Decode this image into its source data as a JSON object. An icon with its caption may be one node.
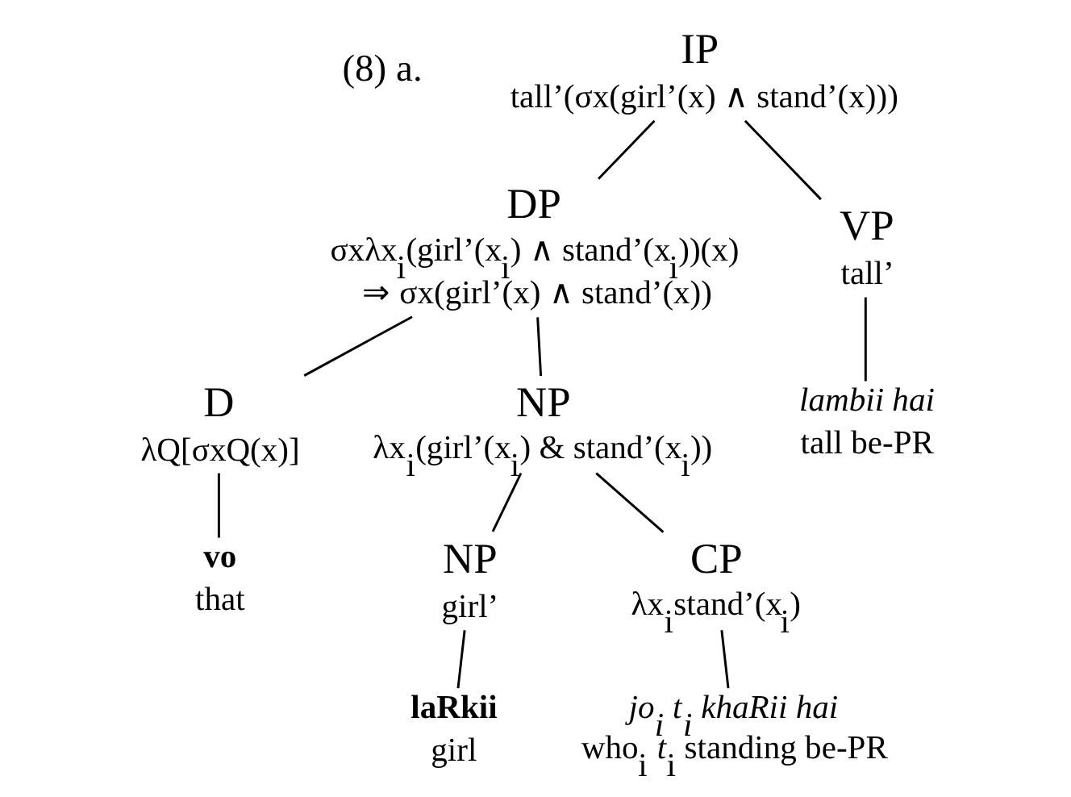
{
  "diagram": {
    "nodes": [
      {
        "text": [
          "IP",
          "tall’(σx(girl’(x) ∧ stand’(x)))"
        ]
      },
      {
        "text": [
          "DP",
          "σxλx$_{i}$(girl’(x$_{i}$) ∧ stand’(x$_{i}$))(x)",
          "⇒ σx(girl’(x) ∧ stand’(x))"
        ]
      },
      {
        "text": [
          "VP",
          "tall’"
        ]
      },
      {
        "text": [
          "*lambii hai*",
          "tall be-PR"
        ]
      },
      {
        "text": [
          "D",
          "λQ[σxQ(x)]"
        ]
      },
      {
        "text": [
          "NP",
          "λx$_{i}$(girl’(x$_{i}$) & stand’(x$_{i}$))"
        ]
      },
      {
        "text": [
          "**vo**",
          "that"
        ]
      },
      {
        "text": [
          "NP",
          "girl’"
        ]
      },
      {
        "text": [
          "CP",
          "λx$_{i}$stand’(x$_{i}$)"
        ]
      },
      {
        "text": [
          "**laRkii**",
          "girl"
        ]
      },
      {
        "text": [
          "*jo$_{i}$ t$_{i}$ khaRii hai*",
          "who$_{i}$ *t*$_{i}$ standing be-PR"
        ]
      }
    ],
    "edges": [
      {
        "from": 0,
        "to": 1,
        "arrow": "none"
      },
      {
        "from": 0,
        "to": 2,
        "arrow": "none"
      },
      {
        "from": 2,
        "to": 3,
        "arrow": "none"
      },
      {
        "from": 1,
        "to": 4,
        "arrow": "none"
      },
      {
        "from": 1,
        "to": 5,
        "arrow": "none"
      },
      {
        "from": 4,
        "to": 6,
        "arrow": "none"
      },
      {
        "from": 5,
        "to": 7,
        "arrow": "none"
      },
      {
        "from": 5,
        "to": 8,
        "arrow": "none"
      },
      {
        "from": 7,
        "to": 9,
        "arrow": "none"
      },
      {
        "from": 8,
        "to": 10,
        "arrow": "none"
      }
    ],
    "labels": [
      "(8) a."
    ]
  }
}
